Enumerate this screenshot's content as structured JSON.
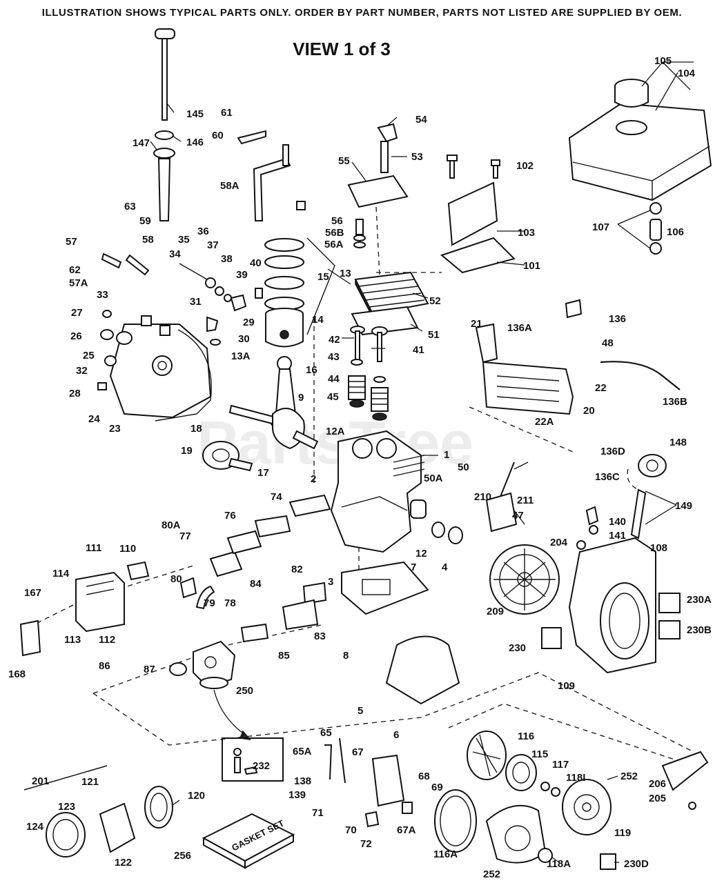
{
  "header": {
    "notice": "ILLUSTRATION SHOWS TYPICAL PARTS ONLY. ORDER BY PART NUMBER, PARTS NOT LISTED ARE SUPPLIED BY OEM.",
    "view_title": "VIEW 1 of 3"
  },
  "watermark": "PartsTree",
  "gasket_set_text": "GASKET SET",
  "callouts": [
    "1",
    "2",
    "3",
    "4",
    "5",
    "6",
    "7",
    "8",
    "9",
    "12",
    "12A",
    "13",
    "13A",
    "14",
    "15",
    "16",
    "17",
    "18",
    "19",
    "20",
    "21",
    "22",
    "22A",
    "23",
    "24",
    "25",
    "26",
    "27",
    "28",
    "29",
    "30",
    "31",
    "32",
    "33",
    "34",
    "35",
    "36",
    "37",
    "38",
    "39",
    "40",
    "41",
    "42",
    "43",
    "44",
    "45",
    "47",
    "48",
    "50",
    "50A",
    "51",
    "52",
    "53",
    "54",
    "55",
    "56",
    "56A",
    "56B",
    "57",
    "57A",
    "58",
    "58A",
    "59",
    "60",
    "61",
    "62",
    "63",
    "65",
    "65A",
    "67",
    "67A",
    "68",
    "69",
    "70",
    "71",
    "72",
    "74",
    "76",
    "77",
    "78",
    "79",
    "80",
    "80A",
    "82",
    "83",
    "84",
    "85",
    "86",
    "87",
    "101",
    "102",
    "103",
    "104",
    "105",
    "106",
    "107",
    "108",
    "109",
    "110",
    "111",
    "112",
    "113",
    "114",
    "115",
    "116",
    "116A",
    "117",
    "118A",
    "118I",
    "119",
    "120",
    "121",
    "122",
    "123",
    "124",
    "136",
    "136A",
    "136B",
    "136C",
    "136D",
    "138",
    "139",
    "140",
    "141",
    "145",
    "146",
    "147",
    "148",
    "149",
    "167",
    "168",
    "201",
    "204",
    "205",
    "206",
    "209",
    "210",
    "211",
    "230",
    "230A",
    "230B",
    "230D",
    "232",
    "250",
    "252",
    "256"
  ]
}
